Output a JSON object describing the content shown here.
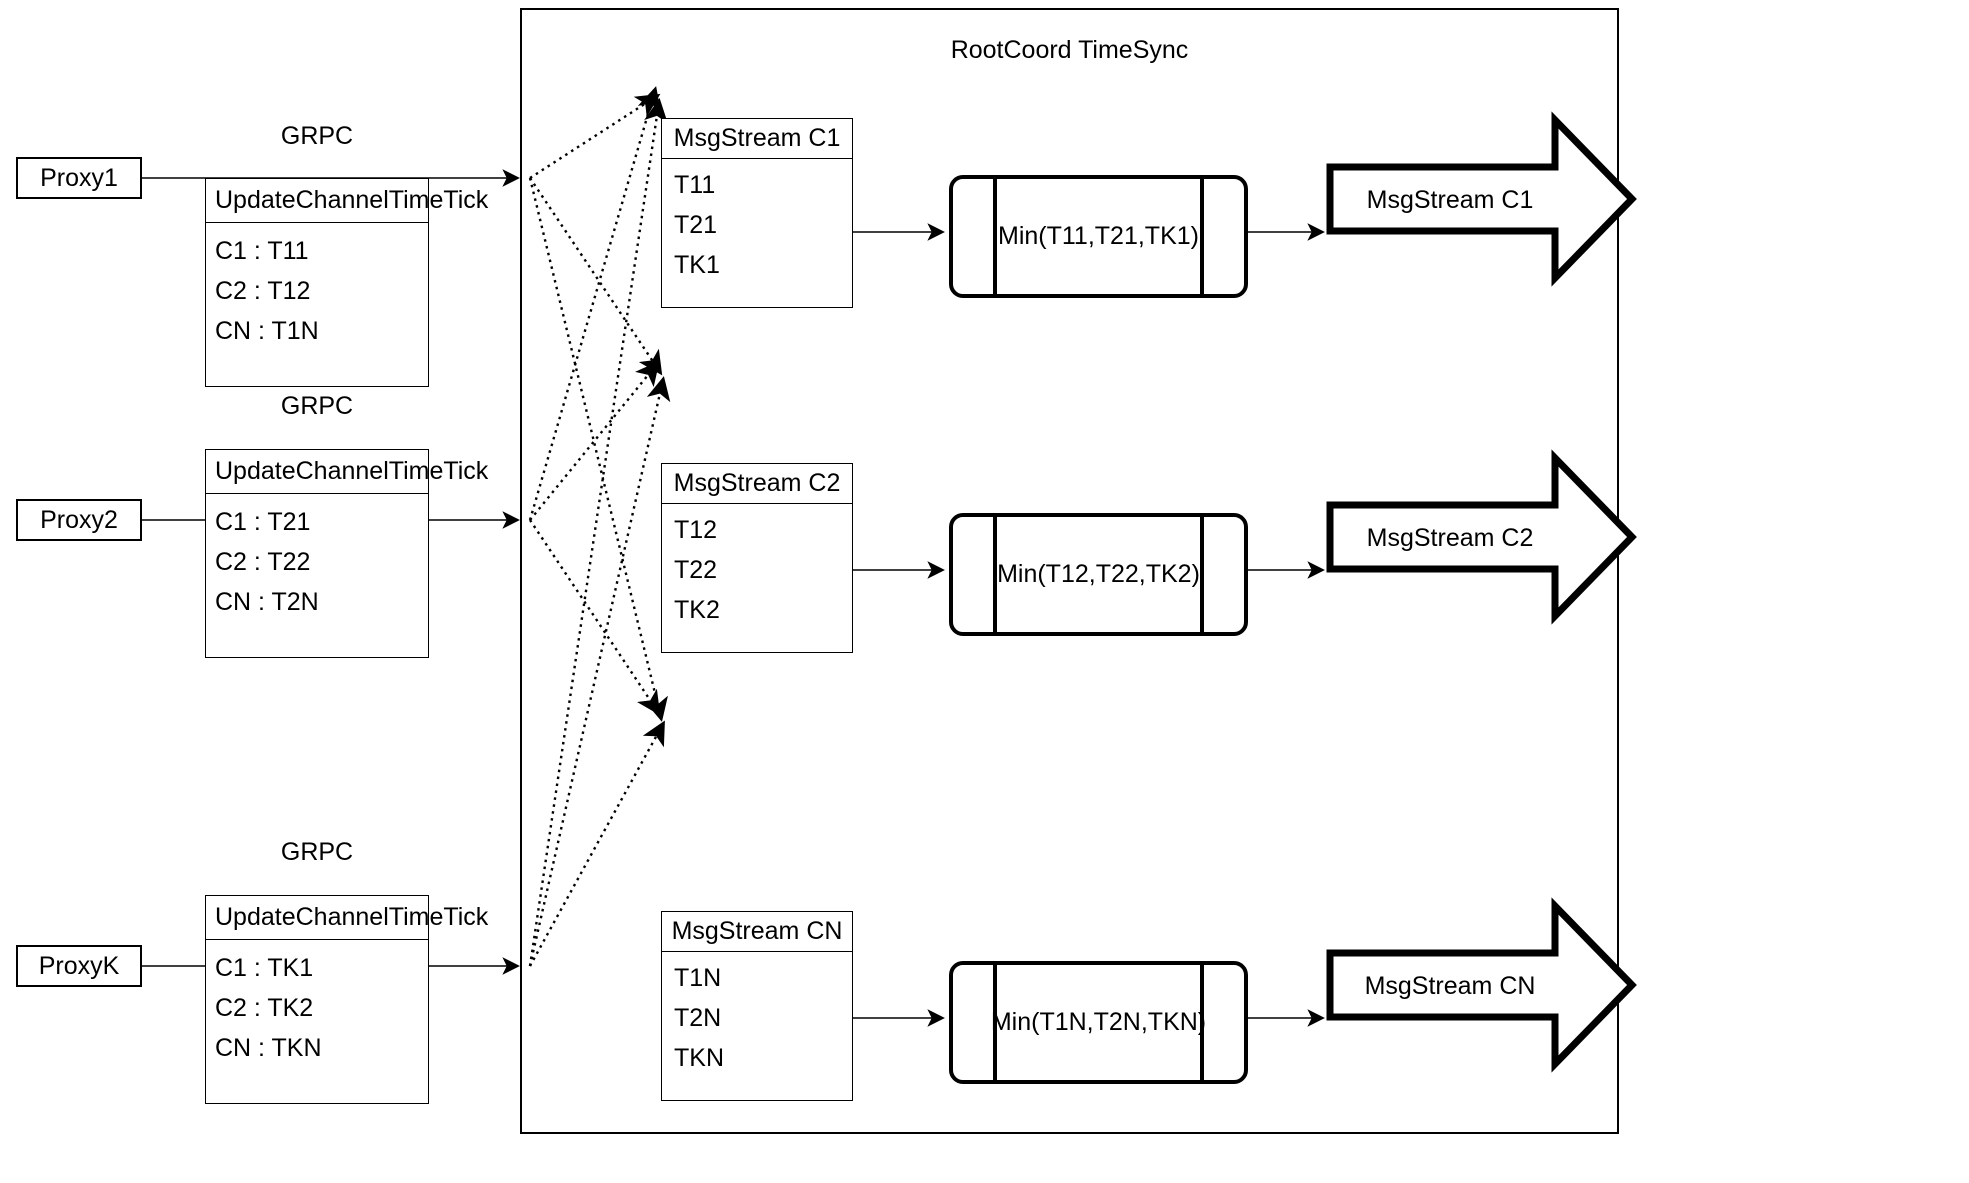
{
  "diagram": {
    "title": "RootCoord TimeSync",
    "container_label": "RootCoord TimeSync"
  },
  "rows": [
    {
      "proxy": "Proxy1",
      "grpc": "GRPC",
      "table_title": "UpdateChannelTimeTick",
      "table_rows": [
        "C1 :  T11",
        "C2 :  T12",
        "CN : T1N"
      ],
      "msgstream_title": "MsgStream C1",
      "msgstream_rows": [
        "T11",
        "T21",
        "TK1"
      ],
      "min_label": "Min(T11,T21,TK1)",
      "output_label": "MsgStream C1"
    },
    {
      "proxy": "Proxy2",
      "grpc": "GRPC",
      "table_title": "UpdateChannelTimeTick",
      "table_rows": [
        "C1 :  T21",
        "C2 :  T22",
        "CN : T2N"
      ],
      "msgstream_title": "MsgStream C2",
      "msgstream_rows": [
        "T12",
        "T22",
        "TK2"
      ],
      "min_label": "Min(T12,T22,TK2)",
      "output_label": "MsgStream C2"
    },
    {
      "proxy": "ProxyK",
      "grpc": "GRPC",
      "table_title": "UpdateChannelTimeTick",
      "table_rows": [
        "C1 :  TK1",
        "C2 :  TK2",
        "CN : TKN"
      ],
      "msgstream_title": "MsgStream CN",
      "msgstream_rows": [
        "T1N",
        "T2N",
        "TKN"
      ],
      "min_label": "Min(T1N,T2N,TKN)",
      "output_label": "MsgStream CN"
    }
  ],
  "colors": {
    "stroke": "#000000",
    "background": "#ffffff"
  }
}
